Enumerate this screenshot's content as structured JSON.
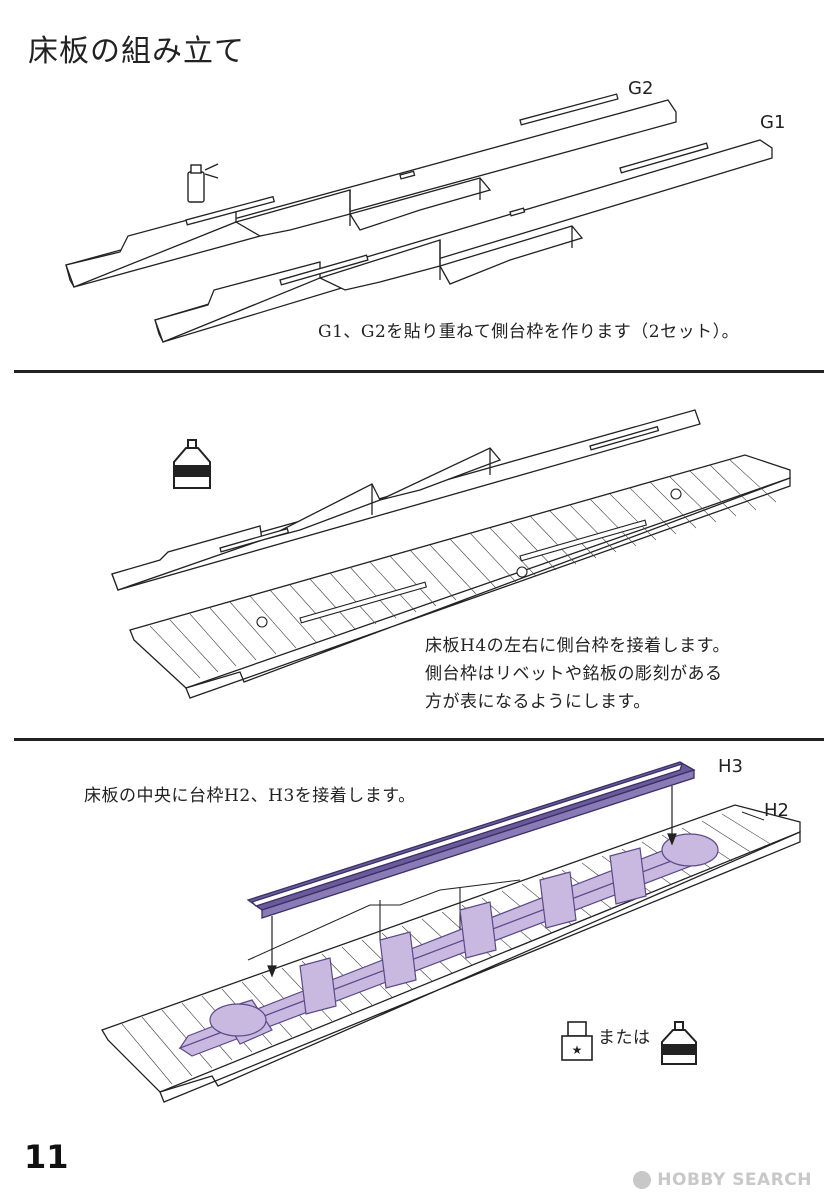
{
  "page": {
    "title": "床板の組み立て",
    "page_number": "11",
    "watermark": "HOBBY SEARCH"
  },
  "step1": {
    "caption": "G1、G2を貼り重ねて側台枠を作ります（2セット）。",
    "label_g1": "G1",
    "label_g2": "G2",
    "icon": "spray-can-icon"
  },
  "step2": {
    "caption_lines": [
      "床板H4の左右に側台枠を接着します。",
      "側台枠はリベットや銘板の彫刻がある",
      "方が表になるようにします。"
    ],
    "icon": "glue-bottle-icon"
  },
  "step3": {
    "caption": "床板の中央に台枠H2、H3を接着します。",
    "label_h2": "H2",
    "label_h3": "H3",
    "or_text": "または",
    "icons": [
      "adhesive-tube-icon",
      "glue-bottle-icon"
    ]
  },
  "colors": {
    "line": "#222222",
    "highlight_part": "#c9b8e0",
    "frame_part": "#6a5a9a"
  }
}
